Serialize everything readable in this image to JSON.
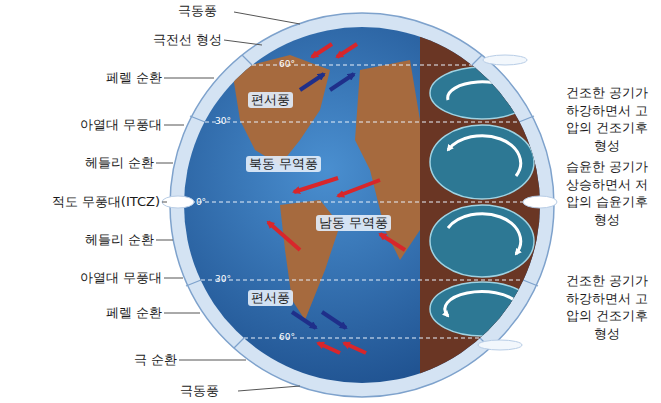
{
  "diagram": {
    "labels": [
      "극동풍",
      "극전선 형성",
      "60°",
      "페렐 순환",
      "편서풍",
      "건조한 공기가 하강하면서 고압의 건조기후 형성",
      "아열대 무풍대",
      "30°",
      "헤들리 순환",
      "북동 무역풍",
      "습윤한 공기가 상승하면서 저압의 습윤기후 형성",
      "적도 무풍대(ITCZ)",
      "0°",
      "헤들리 순환",
      "남동 무역풍",
      "아열대 무풍대",
      "30°",
      "건조한 공기가 하강하면서 고압의 건조기후 형성",
      "편서풍",
      "페렐 순환",
      "60°",
      "극 순환",
      "극동풍"
    ]
  }
}
